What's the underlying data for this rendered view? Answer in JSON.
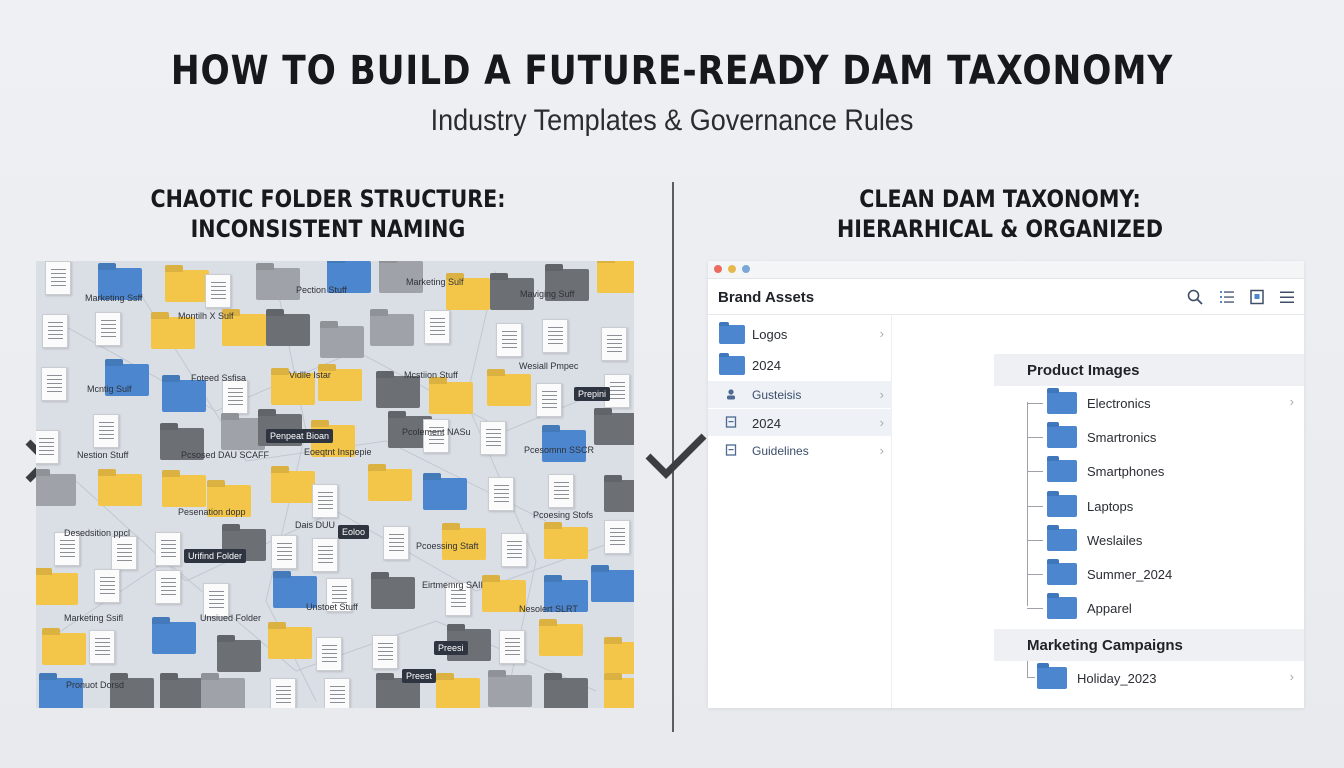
{
  "title": "HOW TO BUILD A FUTURE-READY DAM TAXONOMY",
  "subtitle": "Industry Templates & Governance Rules",
  "left": {
    "caption_line1": "CHAOTIC FOLDER STRUCTURE:",
    "caption_line2": "INCONSISTENT NAMING",
    "mark_icon": "x-mark-icon",
    "labels": [
      "Marketing Ssff",
      "Montilh X Sulf",
      "Pection Stuff",
      "Marketing Sulf",
      "Maviging Suff",
      "Mcntig Sulf",
      "Foteed Ssfisa",
      "Vidlle Istar",
      "Mcstiion Stuff",
      "Wesiall Pmpec",
      "Nestion Stuff",
      "Pcsosed DAU SCAFF",
      "Eoeqtnt Inspepie",
      "Pcolement NASu",
      "Pcesomnn SSCR",
      "Desedsition ppcl",
      "Pesenation dopp",
      "Dais DUU",
      "Pcoessing Staft",
      "Pcoesing Stofs",
      "Marketing Ssifl",
      "Unsiued Folder",
      "Unstoet Stuff",
      "Eirtmemrg SAII",
      "Nesolert SLRT",
      "Pronuot Dorsd"
    ],
    "tags": [
      "Penpeat Bioan",
      "Urifind Folder",
      "Eoloo",
      "Prepini",
      "Preesi",
      "Preest"
    ]
  },
  "right": {
    "caption_line1": "CLEAN DAM TAXONOMY:",
    "caption_line2": "HIERARHICAL & ORGANIZED",
    "mark_icon": "check-mark-icon",
    "window_title": "Brand Assets",
    "sidebar": [
      {
        "label": "Logos",
        "icon": "folder-icon"
      },
      {
        "label": "2024",
        "icon": "folder-icon"
      },
      {
        "label": "Gusteisis",
        "icon": "person-icon"
      },
      {
        "label": "2024",
        "icon": "document-icon"
      },
      {
        "label": "Guidelines",
        "icon": "document-icon"
      }
    ],
    "sections": [
      {
        "title": "Product Images",
        "items": [
          "Electronics",
          "Smartronics",
          "Smartphones",
          "Laptops",
          "Weslailes",
          "Summer_2024",
          "Apparel"
        ]
      },
      {
        "title": "Marketing Campaigns",
        "items": [
          "Holiday_2023"
        ]
      }
    ]
  }
}
